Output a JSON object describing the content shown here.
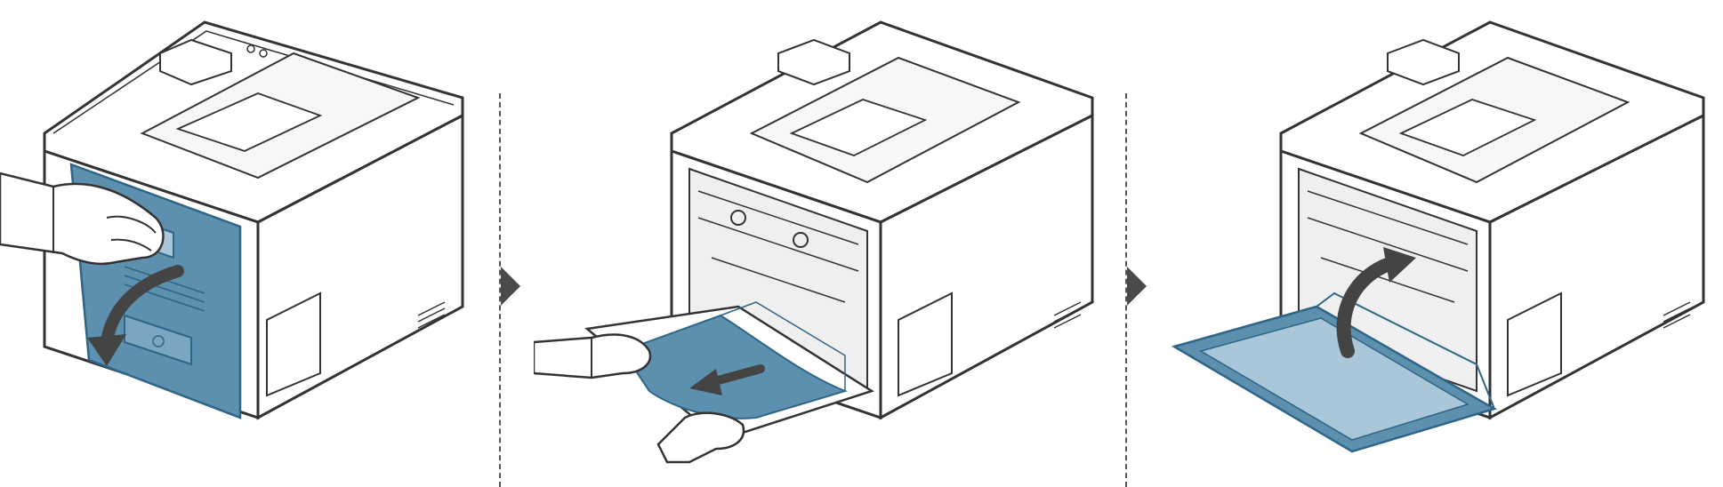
{
  "steps": [
    {
      "action": "open-side-cover"
    },
    {
      "action": "pull-jammed-paper"
    },
    {
      "action": "close-rear-cover"
    }
  ],
  "colors": {
    "line": "#333333",
    "body_fill": "#ffffff",
    "accent_blue": "#5d8fae",
    "accent_blue_dark": "#2f6586",
    "accent_blue_light": "#a9c7d8",
    "arrow": "#444444",
    "divider": "#555555"
  },
  "icons": [
    "printer-icon",
    "hand-icon",
    "curved-arrow-icon",
    "straight-arrow-icon",
    "step-arrow-icon"
  ]
}
